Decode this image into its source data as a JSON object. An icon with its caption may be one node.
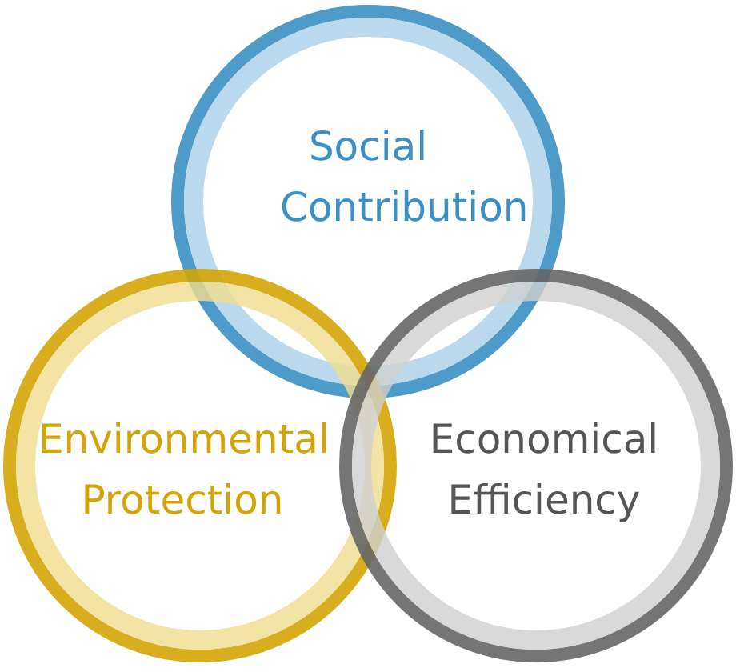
{
  "diagram": {
    "nodes": [
      {
        "text": [
          "Social Contribution"
        ]
      },
      {
        "text": [
          "Environmental Protection"
        ]
      },
      {
        "text": [
          "Economical Efficiency"
        ]
      }
    ]
  }
}
